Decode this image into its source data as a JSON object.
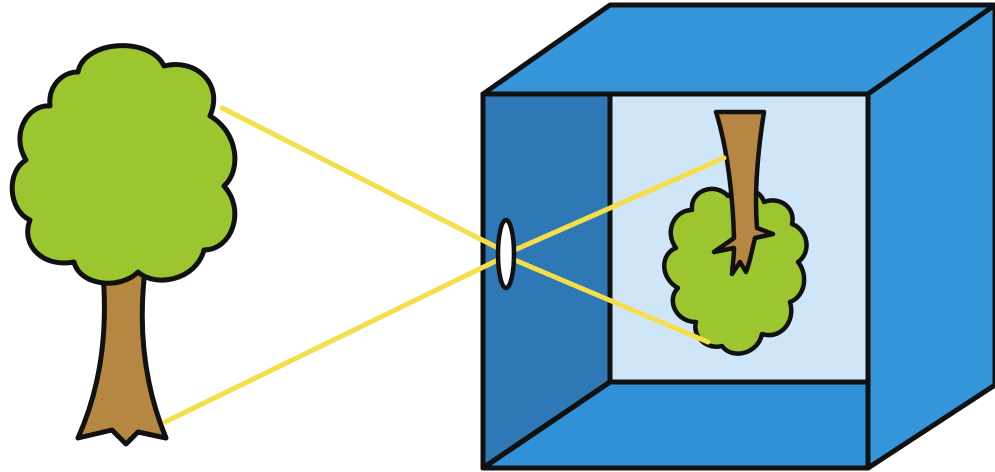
{
  "diagram": {
    "type": "pinhole-camera",
    "colors": {
      "background": "#ffffff",
      "outline": "#111111",
      "foliage": "#9bc630",
      "trunk": "#b68643",
      "light_ray": "#f5de4a",
      "box_front_frame": "#3090d8",
      "box_left_inner_wall": "#2e78b6",
      "box_back_wall": "#cfe6f8",
      "box_top_face": "#3696dc",
      "box_right_face": "#3595da",
      "pinhole": "#ffffff"
    },
    "elements": [
      {
        "name": "tree",
        "icon": "tree-icon",
        "orientation": "upright"
      },
      {
        "name": "camera-box",
        "icon": "box-icon"
      },
      {
        "name": "pinhole",
        "icon": "aperture-icon"
      },
      {
        "name": "projected-image",
        "icon": "tree-icon",
        "orientation": "inverted"
      },
      {
        "name": "light-rays",
        "count": 4
      }
    ]
  }
}
